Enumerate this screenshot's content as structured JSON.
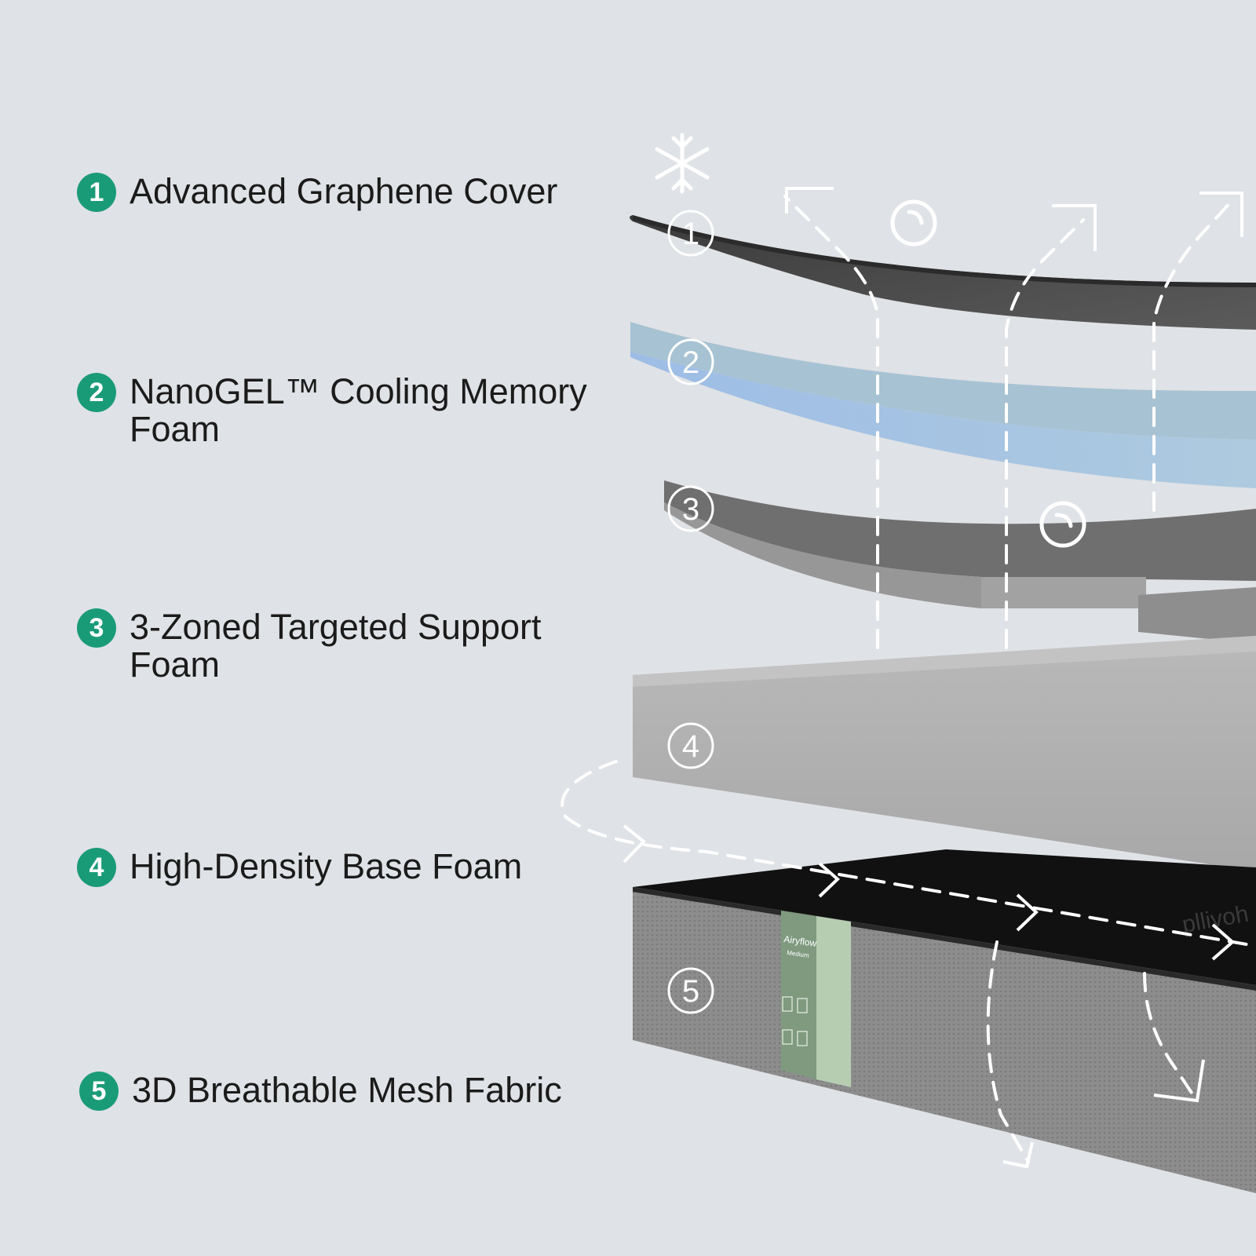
{
  "features": [
    {
      "number": "1",
      "label": "Advanced Graphene Cover"
    },
    {
      "number": "2",
      "label": "NanoGEL™ Cooling Memory Foam"
    },
    {
      "number": "3",
      "label": "3-Zoned Targeted Support Foam"
    },
    {
      "number": "4",
      "label": "High-Density Base Foam"
    },
    {
      "number": "5",
      "label": "3D Breathable Mesh Fabric"
    }
  ],
  "layer_markers": [
    "1",
    "2",
    "3",
    "4",
    "5"
  ],
  "mattress": {
    "tag_name": "Airyflow",
    "tag_firmness": "Medium",
    "brand": "pllivoh"
  },
  "icons": [
    "snowflake-icon",
    "refresh-icon",
    "airflow-arrows-icon"
  ],
  "colors": {
    "background": "#dfe2e6",
    "badge": "#1a9b78",
    "text": "#1b1b1b",
    "gel_layer": "#9fbfdc",
    "tag_green": "#7f9a7f"
  }
}
